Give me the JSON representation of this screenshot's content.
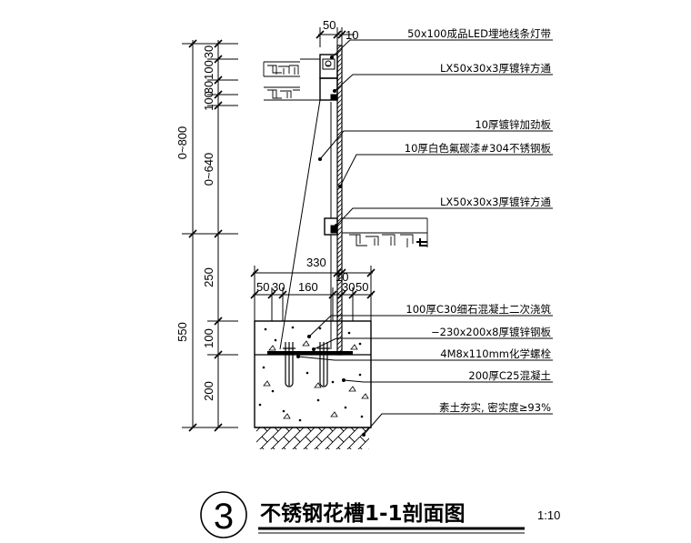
{
  "annotations": {
    "items": [
      "50x100成品LED埋地线条灯带",
      "LX50x30x3厚镀锌方通",
      "10厚镀锌加劲板",
      "10厚白色氟碳漆#304不锈钢板",
      "LX50x30x3厚镀锌方通",
      "100厚C30细石混凝土二次浇筑",
      "−230x200x8厚镀锌钢板",
      "4M8x110mm化学螺栓",
      "200厚C25混凝土",
      "素土夯实, 密实度≥93%"
    ]
  },
  "dimensions": {
    "top_50": "50",
    "top_10": "10",
    "left_30a": "30",
    "left_100a": "100",
    "left_30b": "30",
    "left_100b": "100",
    "left_640": "0~640",
    "left_800": "0~800",
    "left_250": "250",
    "left_550": "550",
    "left_100c": "100",
    "left_200": "200",
    "mid_330": "330",
    "mid_10": "10",
    "b_50": "50",
    "b_30a": "30",
    "b_160": "160",
    "b_30b": "30",
    "b_50b": "50"
  },
  "title": {
    "number": "3",
    "text": "不锈钢花槽1-1剖面图",
    "scale": "1:10"
  }
}
